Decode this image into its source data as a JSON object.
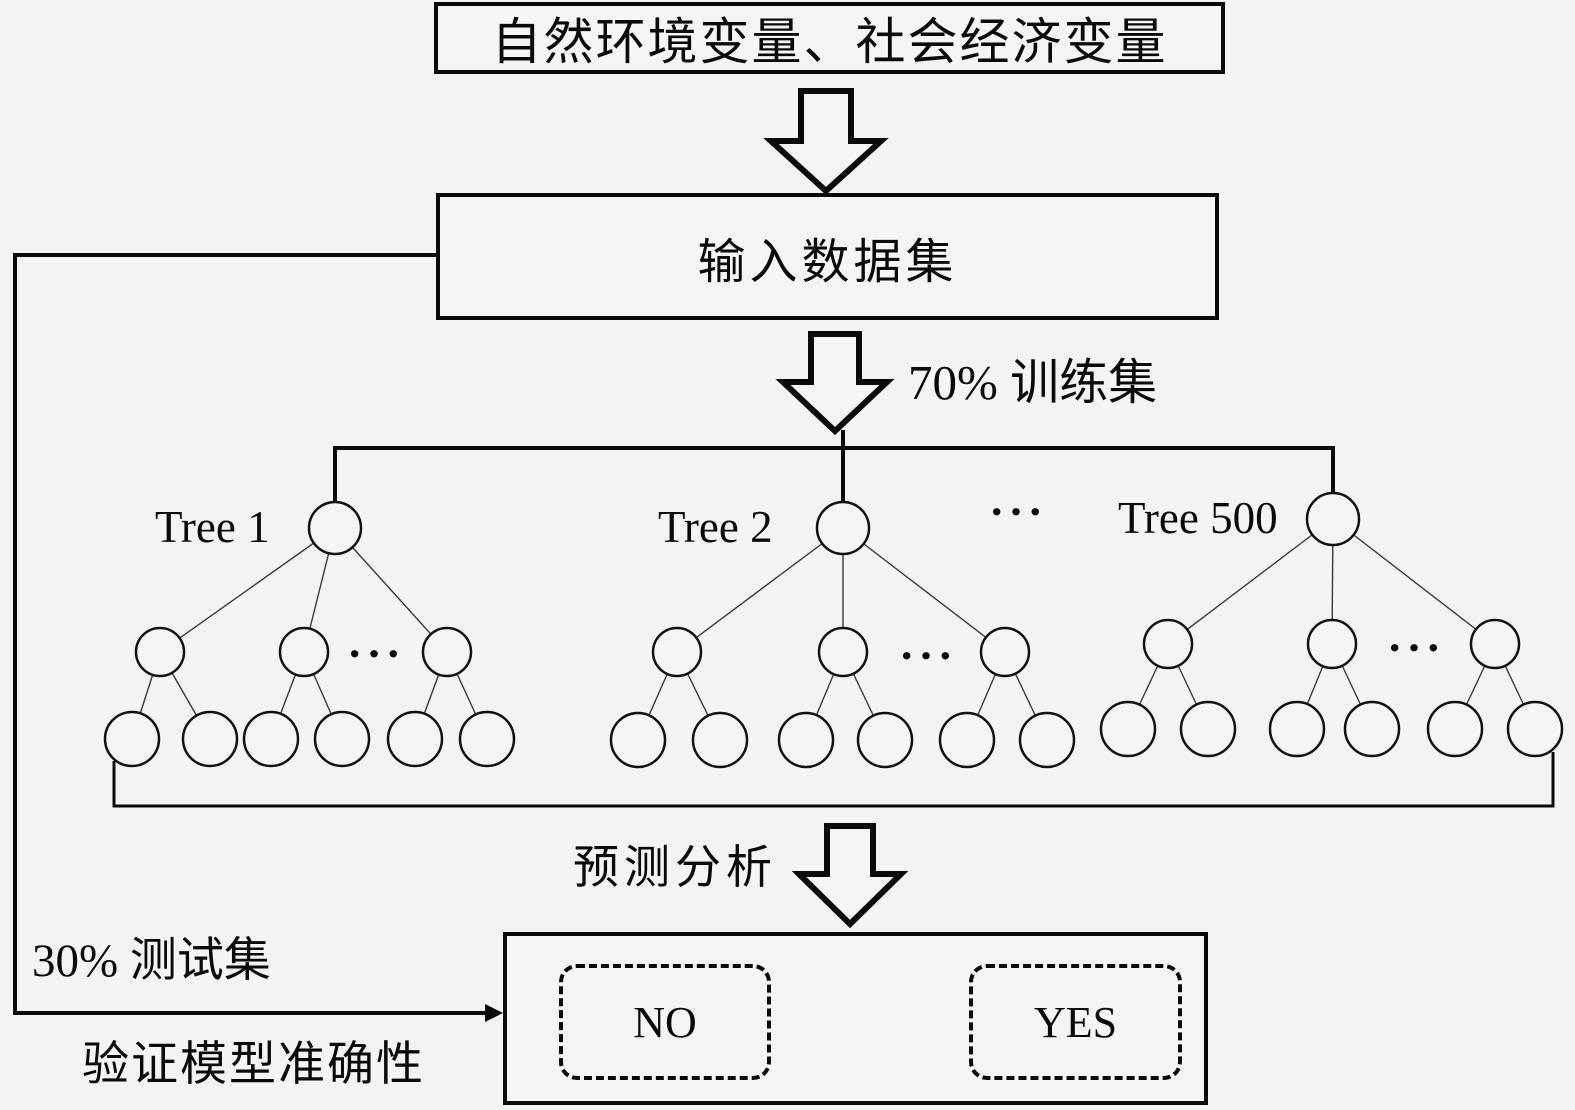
{
  "diagram": {
    "title_box_label": "自然环境变量、社会经济变量",
    "input_box_label": "输入数据集",
    "train_split_label": "70% 训练集",
    "test_split_label": "30% 测试集",
    "predict_label": "预测分析",
    "verify_label": "验证模型准确性",
    "forest": {
      "tree_labels": [
        "Tree 1",
        "Tree 2",
        "Tree 500"
      ],
      "between_trees_ellipsis": "···",
      "within_tree_ellipsis": "···"
    },
    "result_box": {
      "no_label": "NO",
      "yes_label": "YES"
    },
    "colors": {
      "ink": "#0a0a0a",
      "background": "#f5f4f2"
    }
  }
}
